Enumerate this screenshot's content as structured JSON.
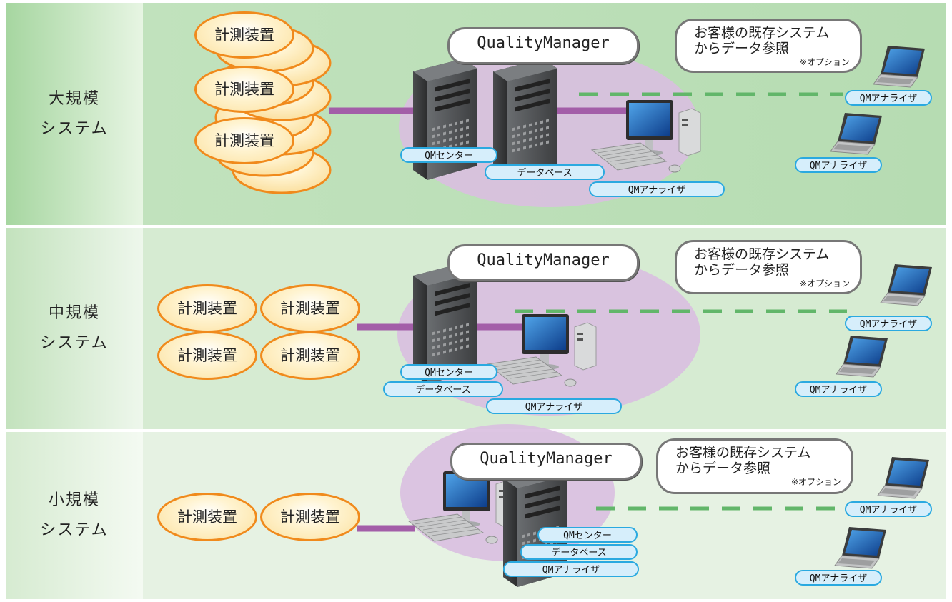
{
  "tiers": [
    {
      "title_line1": "大規模",
      "title_line2": "システム",
      "devices": [
        "計測装置",
        "計測装置",
        "計測装置"
      ],
      "product": "QualityManager",
      "reference_line1": "お客様の既存システム",
      "reference_line2": "からデータ参照",
      "option": "※オプション",
      "components": [
        "QMセンター",
        "データベース",
        "QMアナライザ"
      ],
      "client_labels": [
        "QMアナライザ",
        "QMアナライザ"
      ]
    },
    {
      "title_line1": "中規模",
      "title_line2": "システム",
      "devices": [
        "計測装置",
        "計測装置",
        "計測装置",
        "計測装置"
      ],
      "product": "QualityManager",
      "reference_line1": "お客様の既存システム",
      "reference_line2": "からデータ参照",
      "option": "※オプション",
      "components": [
        "QMセンター",
        "データベース",
        "QMアナライザ"
      ],
      "client_labels": [
        "QMアナライザ",
        "QMアナライザ"
      ]
    },
    {
      "title_line1": "小規模",
      "title_line2": "システム",
      "devices": [
        "計測装置",
        "計測装置"
      ],
      "product": "QualityManager",
      "reference_line1": "お客様の既存システム",
      "reference_line2": "からデータ参照",
      "option": "※オプション",
      "components": [
        "QMセンター",
        "データベース",
        "QMアナライザ"
      ],
      "client_labels": [
        "QMアナライザ",
        "QMアナライザ"
      ]
    }
  ],
  "colors": {
    "band_large": "#b6dcb2",
    "band_medium": "#cfe8cc",
    "band_small": "#e3f1e0",
    "device_border": "#f08a1c",
    "link_line": "#a35ea8",
    "option_line": "#62b66a",
    "server_area": "#dcbfe0",
    "label_border": "#2aa9e0"
  }
}
